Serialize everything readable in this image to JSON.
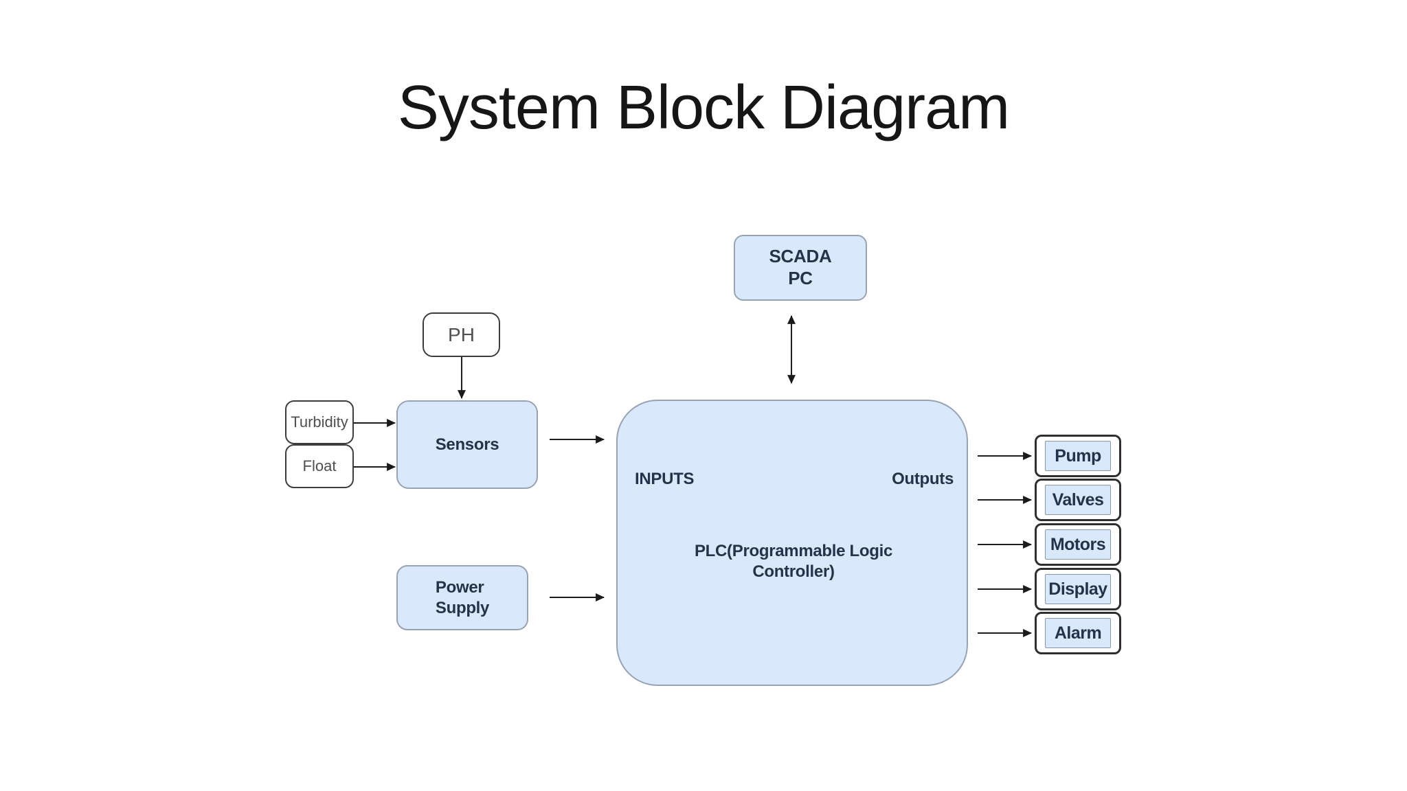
{
  "title": "System Block Diagram",
  "nodes": {
    "scada_pc": {
      "line1": "SCADA",
      "line2": "PC"
    },
    "ph": {
      "label": "PH"
    },
    "turbidity": {
      "label": "Turbidity"
    },
    "float": {
      "label": "Float"
    },
    "sensors": {
      "label": "Sensors"
    },
    "power_supply": {
      "line1": "Power",
      "line2": "Supply"
    },
    "plc": {
      "inputs_label": "INPUTS",
      "outputs_label": "Outputs",
      "title_line1": "PLC(Programmable Logic",
      "title_line2": "Controller)"
    },
    "outputs": [
      {
        "label": "Pump"
      },
      {
        "label": "Valves"
      },
      {
        "label": "Motors"
      },
      {
        "label": "Display"
      },
      {
        "label": "Alarm"
      }
    ]
  },
  "colors": {
    "background": "#ffffff",
    "node_fill": "#dae8fc",
    "node_border": "#97a3b3",
    "white_node_border": "#3d3d3d",
    "dark_box_border": "#2e2e2e",
    "inner_border": "#8796a8",
    "label_dark": "#22334a",
    "label_gray": "#4f4f4f",
    "title_color": "#161616",
    "arrow": "#1b1b1b"
  }
}
